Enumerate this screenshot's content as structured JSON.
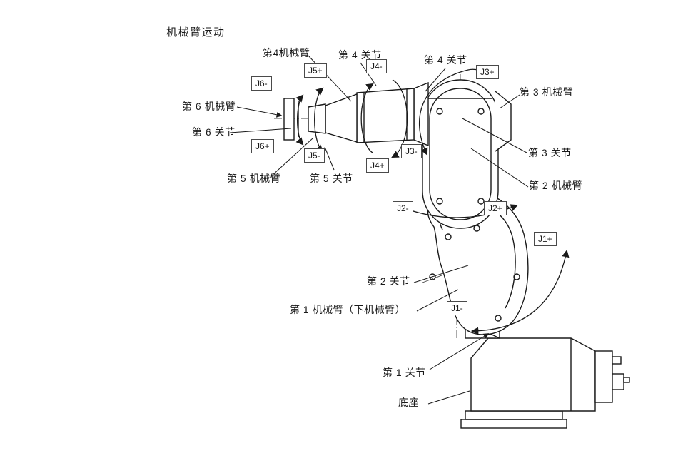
{
  "title": "机械臂运动",
  "diagram": {
    "labels": {
      "arm4": "第4机械臂",
      "joint4_left": "第 4 关节",
      "joint4_right": "第 4 关节",
      "arm3": "第 3 机械臂",
      "arm6": "第 6 机械臂",
      "joint6": "第 6 关节",
      "joint3": "第 3 关节",
      "arm5": "第 5 机械臂",
      "joint5": "第 5 关节",
      "arm2": "第 2 机械臂",
      "joint2": "第 2 关节",
      "arm1": "第 1 机械臂（下机械臂）",
      "joint1": "第 1 关节",
      "base": "底座"
    },
    "axis_tags": {
      "j1_plus": "J1+",
      "j1_minus": "J1-",
      "j2_plus": "J2+",
      "j2_minus": "J2-",
      "j3_plus": "J3+",
      "j3_minus": "J3-",
      "j4_plus": "J4+",
      "j4_minus": "J4-",
      "j5_plus": "J5+",
      "j5_minus": "J5-",
      "j6_plus": "J6+",
      "j6_minus": "J6-"
    },
    "colors": {
      "line": "#1a1a1a",
      "background": "#ffffff"
    }
  }
}
